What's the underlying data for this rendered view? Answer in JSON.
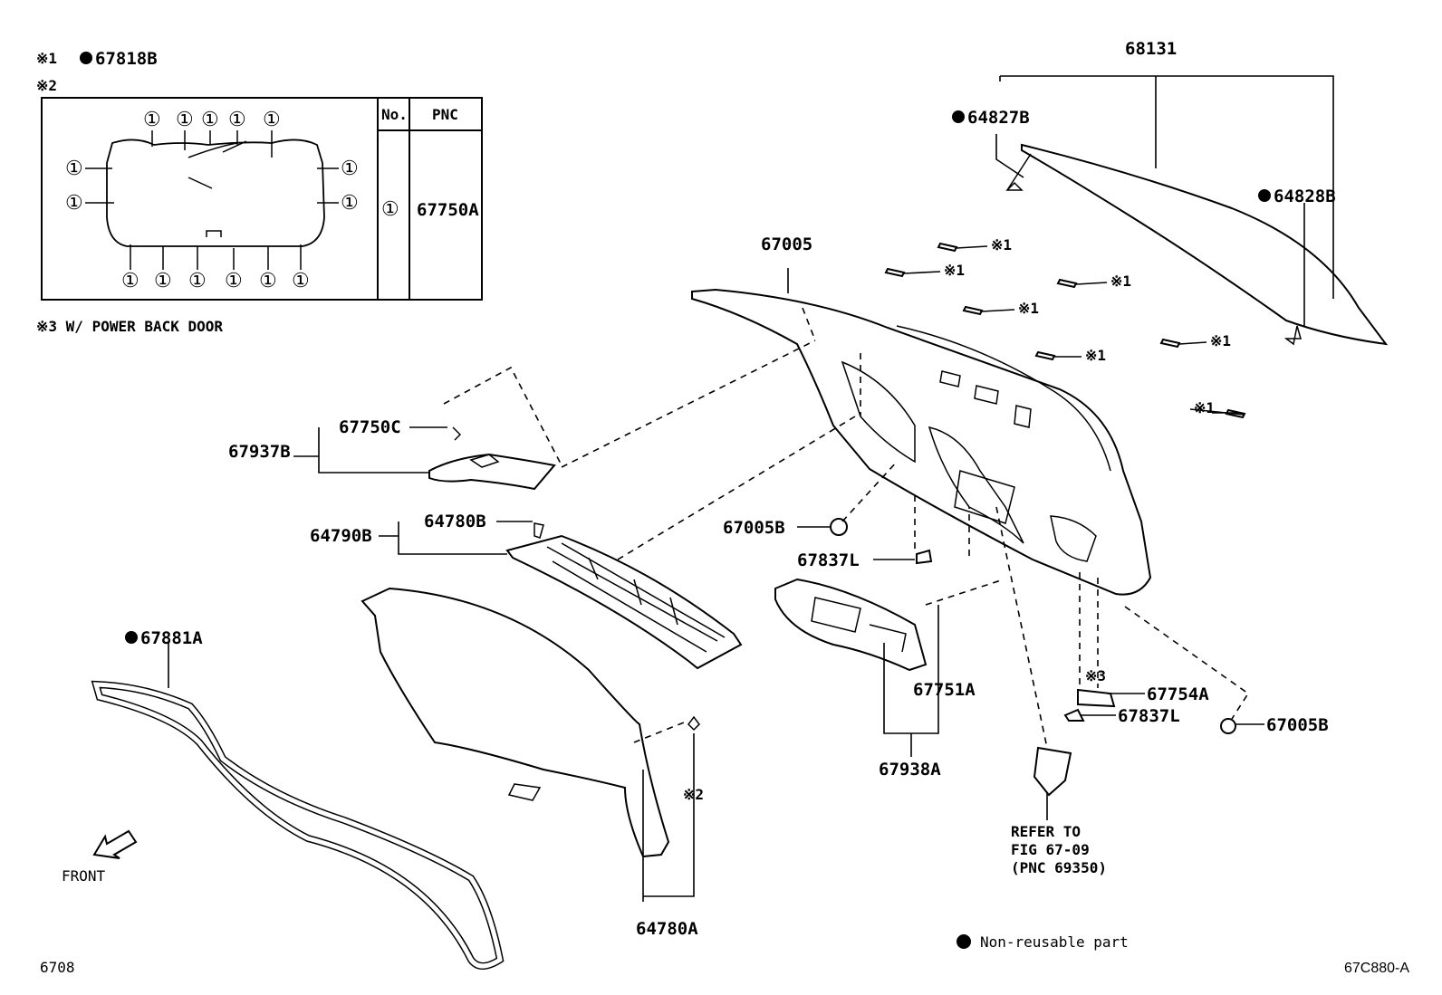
{
  "notes": {
    "n1_mark": "※1",
    "n1_part": "67818B",
    "n2_mark": "※2",
    "n3": "※3 W/ POWER BACK DOOR",
    "nonreusable": "Non-reusable part",
    "front": "FRONT",
    "fig_number": "6708",
    "illustration_code": "67C880-A",
    "refer_line1": "REFER TO",
    "refer_line2": "FIG 67-09",
    "refer_line3": "(PNC 69350)"
  },
  "inset_table": {
    "col_no": "No.",
    "col_pnc": "PNC",
    "row_no": "①",
    "row_pnc": "67750A",
    "clip_symbol": "①"
  },
  "parts": {
    "p68131": "68131",
    "p64827B": "64827B",
    "p64828B": "64828B",
    "p67005": "67005",
    "p67750C": "67750C",
    "p67937B": "67937B",
    "p64780B": "64780B",
    "p64790B": "64790B",
    "p67005B_a": "67005B",
    "p67837L_a": "67837L",
    "p67881A": "67881A",
    "p67751A": "67751A",
    "p67754A": "67754A",
    "p67754A_mark": "※3",
    "p67837L_b": "67837L",
    "p67005B_b": "67005B",
    "p67938A": "67938A",
    "p64780A": "64780A",
    "p64780A_mark": "※2"
  },
  "clip_marks": [
    "※1",
    "※1",
    "※1",
    "※1",
    "※1",
    "※1",
    "※1",
    "※1"
  ],
  "colors": {
    "ink": "#000000",
    "paper": "#ffffff"
  },
  "icons": {
    "nonreusable_marker": "filled-circle",
    "front_arrow": "arrow-down-left"
  }
}
